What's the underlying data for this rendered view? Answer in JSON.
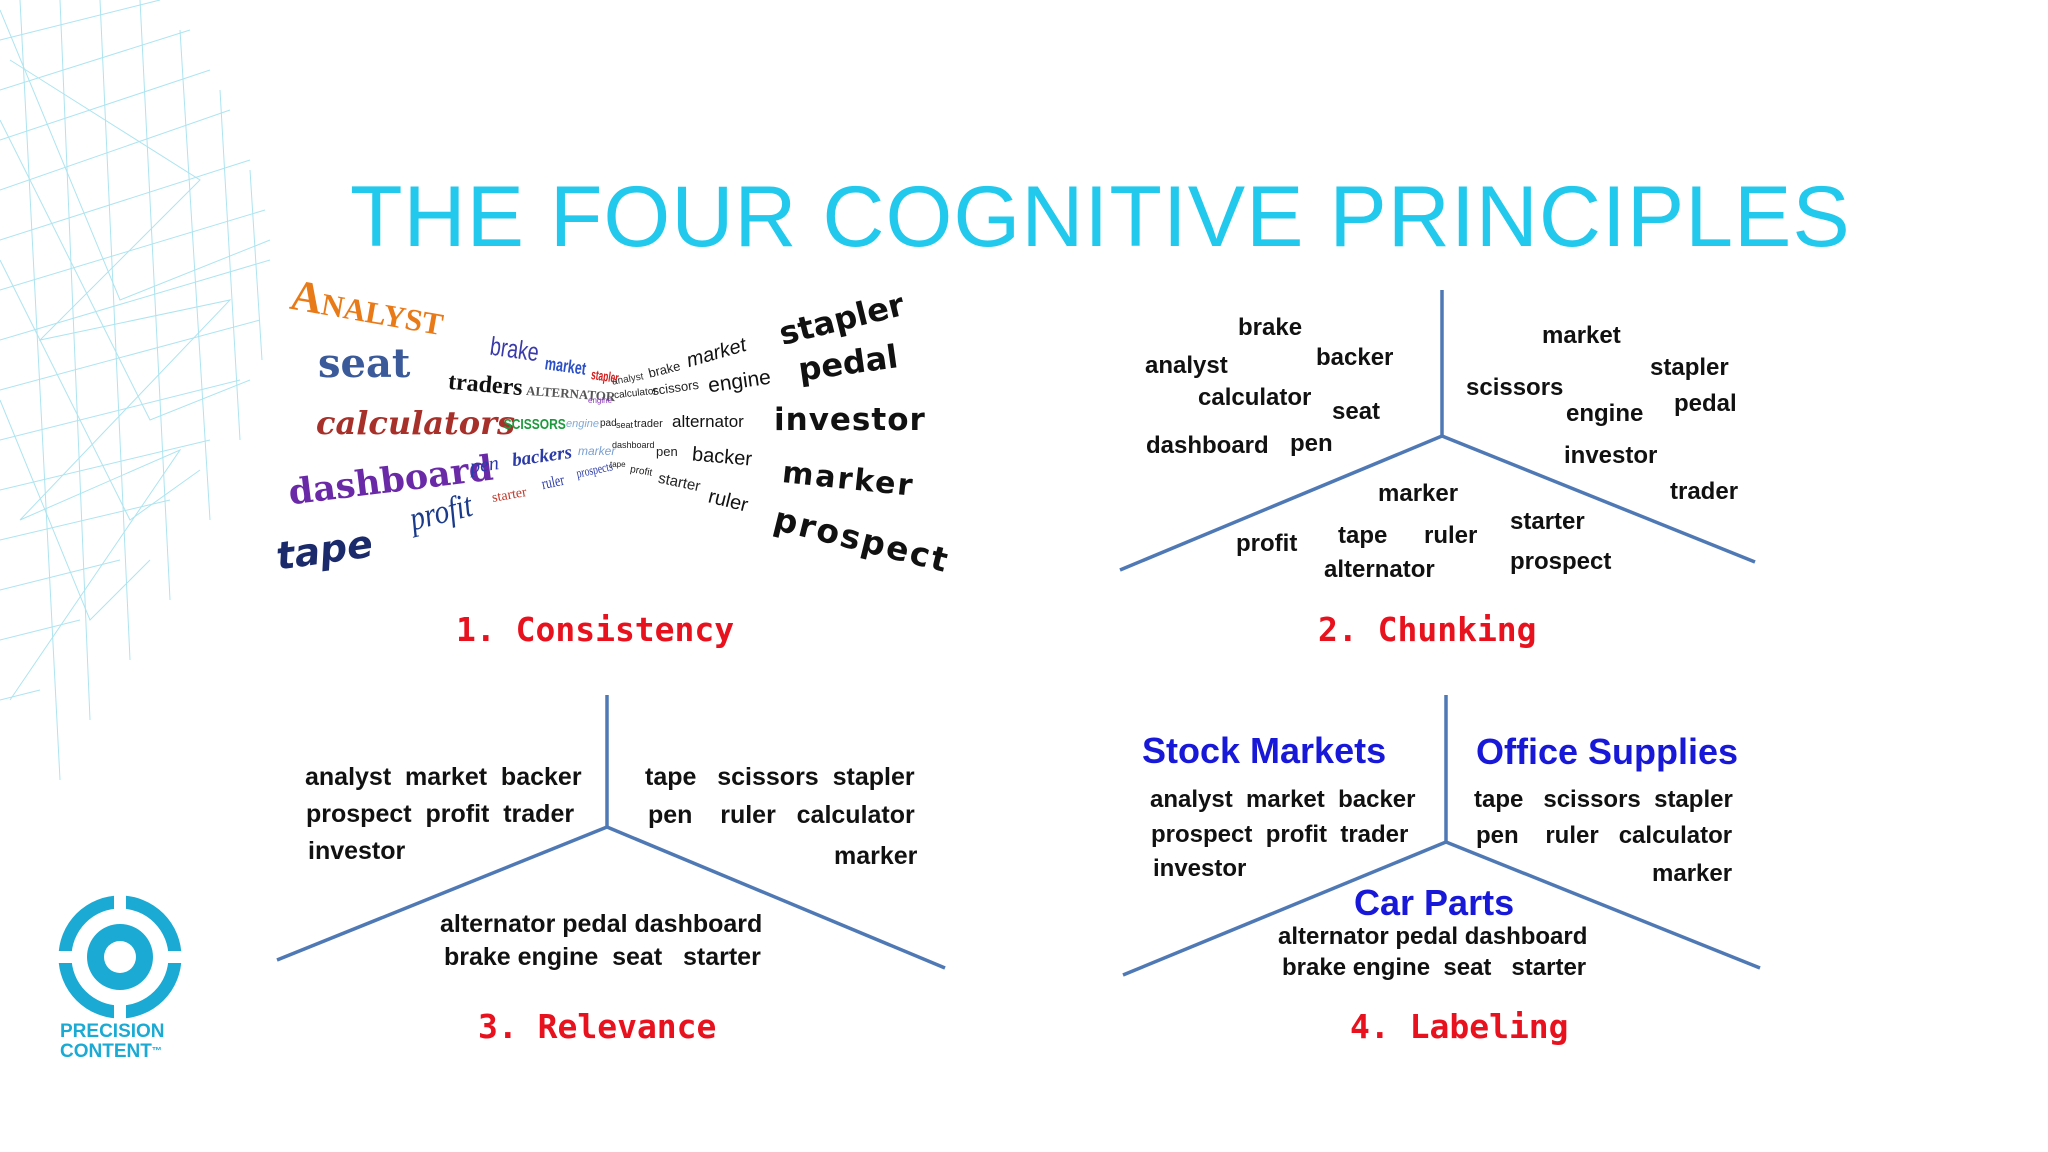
{
  "title": "THE FOUR COGNITIVE PRINCIPLES",
  "brand": {
    "line1": "PRECISION",
    "line2": "CONTENT",
    "mark": "™"
  },
  "panel1": {
    "caption": "1. Consistency",
    "words": [
      "Analyst",
      "brake",
      "market",
      "stapler",
      "analyst",
      "brake",
      "market",
      "stapler",
      "seat",
      "traders",
      "ALTERNATOR",
      "engine",
      "calculator",
      "scissors",
      "engine",
      "pedal",
      "calculators",
      "SCISSORS",
      "engine",
      "pad",
      "seat",
      "trader",
      "alternator",
      "investor",
      "dashboard",
      "pen",
      "backers",
      "marker",
      "dashboard",
      "pen",
      "backer",
      "marker",
      "tape",
      "profit",
      "starter",
      "ruler",
      "prospects",
      "tape",
      "profit",
      "starter",
      "ruler",
      "prospect"
    ]
  },
  "panel2": {
    "caption": "2. Chunking",
    "words": [
      "brake",
      "analyst",
      "backer",
      "calculator",
      "seat",
      "dashboard",
      "pen",
      "market",
      "stapler",
      "scissors",
      "engine",
      "pedal",
      "investor",
      "trader",
      "marker",
      "profit",
      "tape",
      "ruler",
      "alternator",
      "starter",
      "prospect"
    ]
  },
  "panel3": {
    "caption": "3. Relevance",
    "left": [
      "analyst  market  backer",
      "prospect  profit  trader",
      "investor"
    ],
    "right": [
      "tape   scissors  stapler",
      "pen    ruler   calculator",
      "marker"
    ],
    "bottom": [
      "alternator pedal dashboard",
      "brake engine  seat   starter"
    ]
  },
  "panel4": {
    "caption": "4. Labeling",
    "labels": [
      "Stock Markets",
      "Office Supplies",
      "Car Parts"
    ],
    "left": [
      "analyst  market  backer",
      "prospect  profit  trader",
      "investor"
    ],
    "right": [
      "tape   scissors  stapler",
      "pen    ruler   calculator",
      "marker"
    ],
    "bottom": [
      "alternator pedal dashboard",
      "brake engine  seat   starter"
    ]
  },
  "colors": {
    "title": "#22c9ec",
    "caption": "#e8121e",
    "label": "#1818d8",
    "divider": "#4f79b5",
    "brand": "#1aaad4"
  }
}
